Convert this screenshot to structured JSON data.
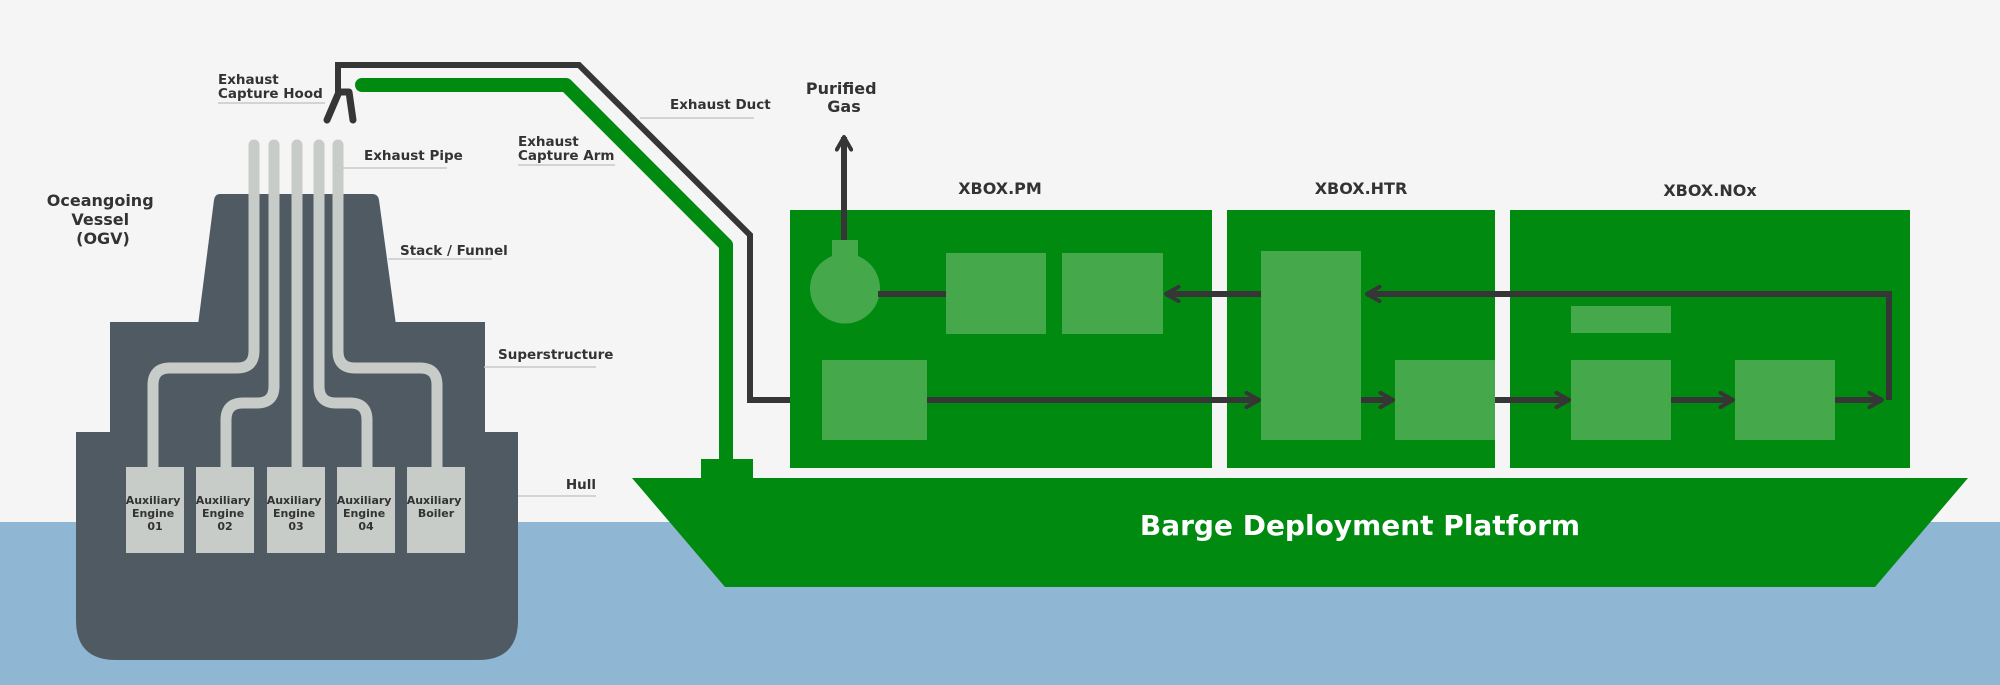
{
  "colors": {
    "background": "#f5f5f5",
    "water": "#8fb7d3",
    "ship": "#505a62",
    "pipe": "#c8ccc8",
    "green": "#008a10",
    "green_light": "#45a84b",
    "dark_line": "#363636"
  },
  "vessel": {
    "title": [
      "Oceangoing",
      "Vessel",
      "(OGV)"
    ],
    "engines": [
      [
        "Auxiliary",
        "Engine",
        "01"
      ],
      [
        "Auxiliary",
        "Engine",
        "02"
      ],
      [
        "Auxiliary",
        "Engine",
        "03"
      ],
      [
        "Auxiliary",
        "Engine",
        "04"
      ],
      [
        "Auxiliary",
        "Boiler"
      ]
    ]
  },
  "labels": {
    "hood": [
      "Exhaust",
      "Capture Hood"
    ],
    "pipe": "Exhaust Pipe",
    "stack": "Stack / Funnel",
    "superstructure": "Superstructure",
    "hull": "Hull",
    "arm": [
      "Exhaust",
      "Capture Arm"
    ],
    "duct": "Exhaust Duct",
    "purified": [
      "Purified",
      "Gas"
    ]
  },
  "modules": {
    "pm": "XBOX.PM",
    "htr": "XBOX.HTR",
    "nox": "XBOX.NOx"
  },
  "barge": {
    "title": "Barge Deployment Platform"
  }
}
